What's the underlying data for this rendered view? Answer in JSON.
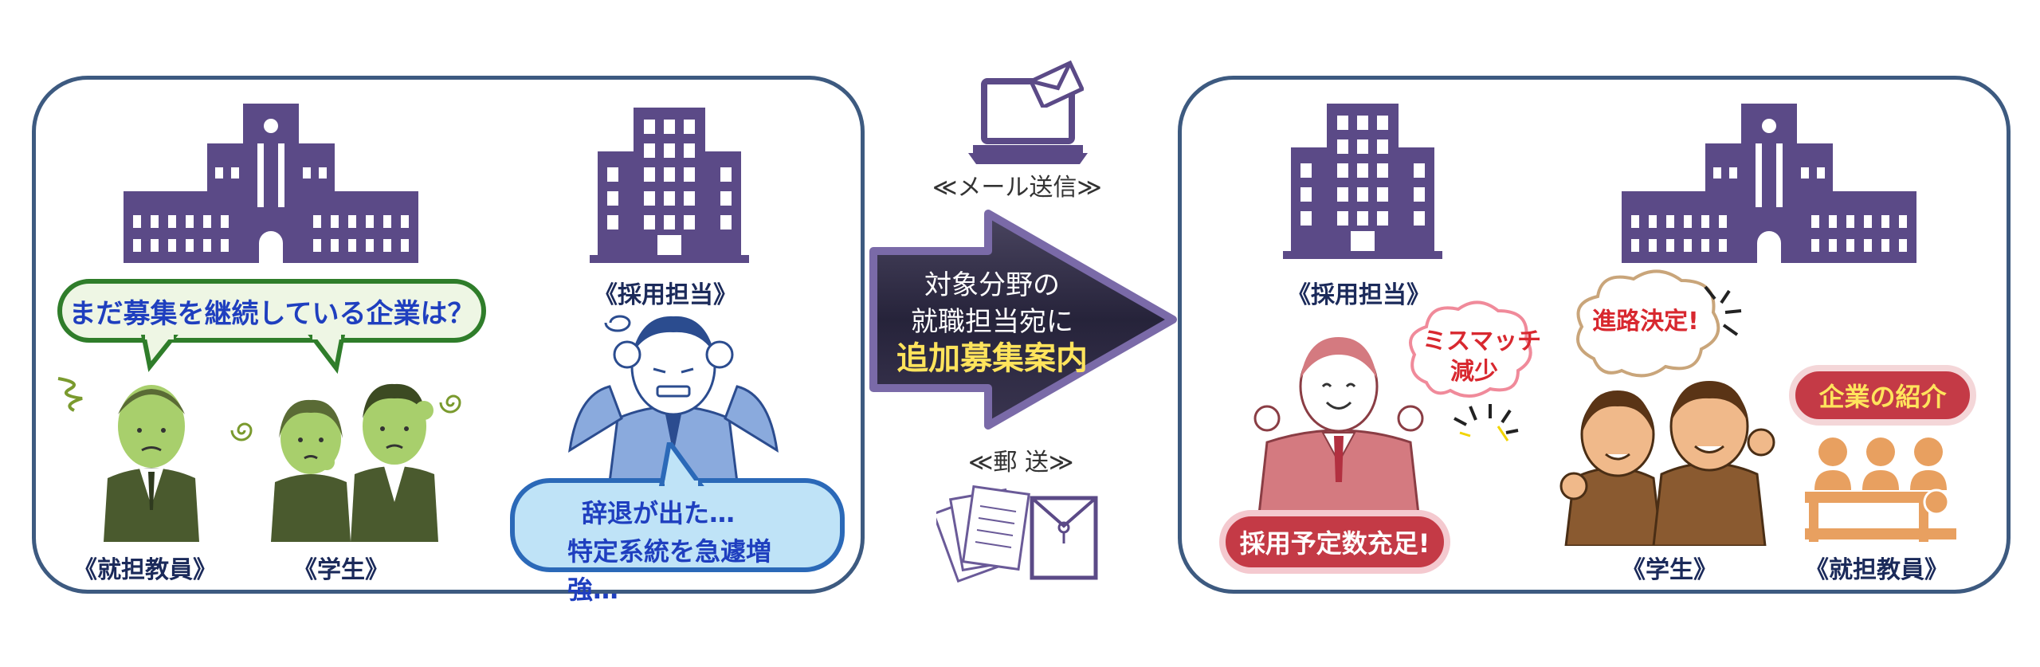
{
  "colors": {
    "panel_border": "#3d5a80",
    "building": "#5b4a87",
    "arrow_fill": "#2d2a3e",
    "arrow_border": "#7a6aa8",
    "highlight": "#ffe45c",
    "green_border": "#2f7d2a",
    "blue_border": "#2b69b8",
    "pill_red": "#c43a46"
  },
  "left_panel": {
    "bubble_question": "まだ募集を継続している企業は？",
    "label_teacher": "《就担教員》",
    "label_student": "《学生》",
    "label_recruiter": "《採用担当》",
    "bubble_recruiter_line1": "辞退が出た…",
    "bubble_recruiter_line2": "特定系統を急遽増強…"
  },
  "middle": {
    "caption_mail": "≪メール送信≫",
    "caption_post": "≪郵 送≫",
    "arrow_line1": "対象分野の",
    "arrow_line2": "就職担当宛に",
    "arrow_line3": "追加募集案内",
    "icons": [
      "laptop-icon",
      "envelope-icon",
      "documents-icon",
      "document-envelope-icon"
    ]
  },
  "right_panel": {
    "label_recruiter": "《採用担当》",
    "cloud_text_line1": "ミスマッチ",
    "cloud_text_line2": "減少",
    "pill_quota": "採用予定数充足!",
    "cloud_decided": "進路決定!",
    "pill_intro": "企業の紹介",
    "label_student": "《学生》",
    "label_teacher": "《就担教員》"
  }
}
